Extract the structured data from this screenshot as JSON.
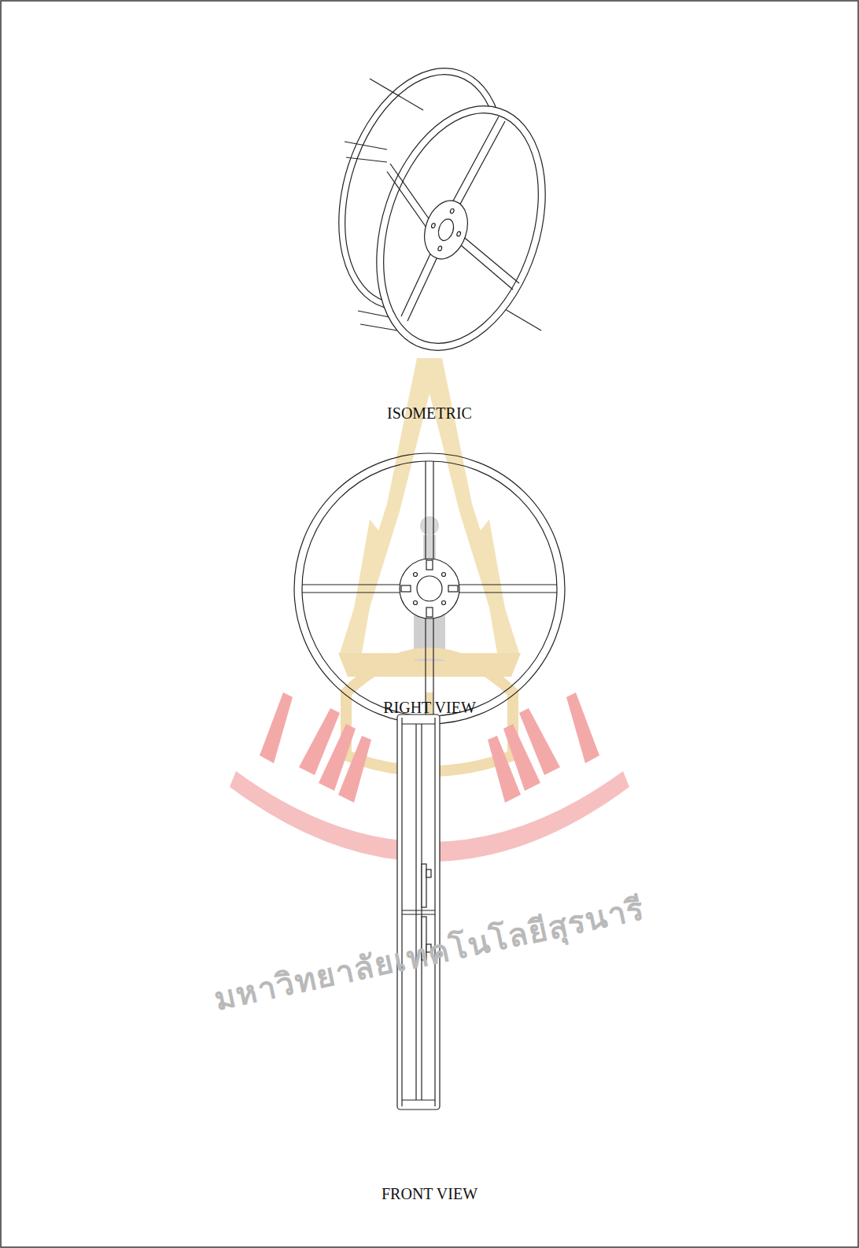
{
  "diagram": {
    "labels": [
      "ISOMETRIC",
      "RIGHT VIEW",
      "FRONT VIEW",
      "มหาวิทยาลัยเทคโนโลยีสุรนารี"
    ]
  }
}
